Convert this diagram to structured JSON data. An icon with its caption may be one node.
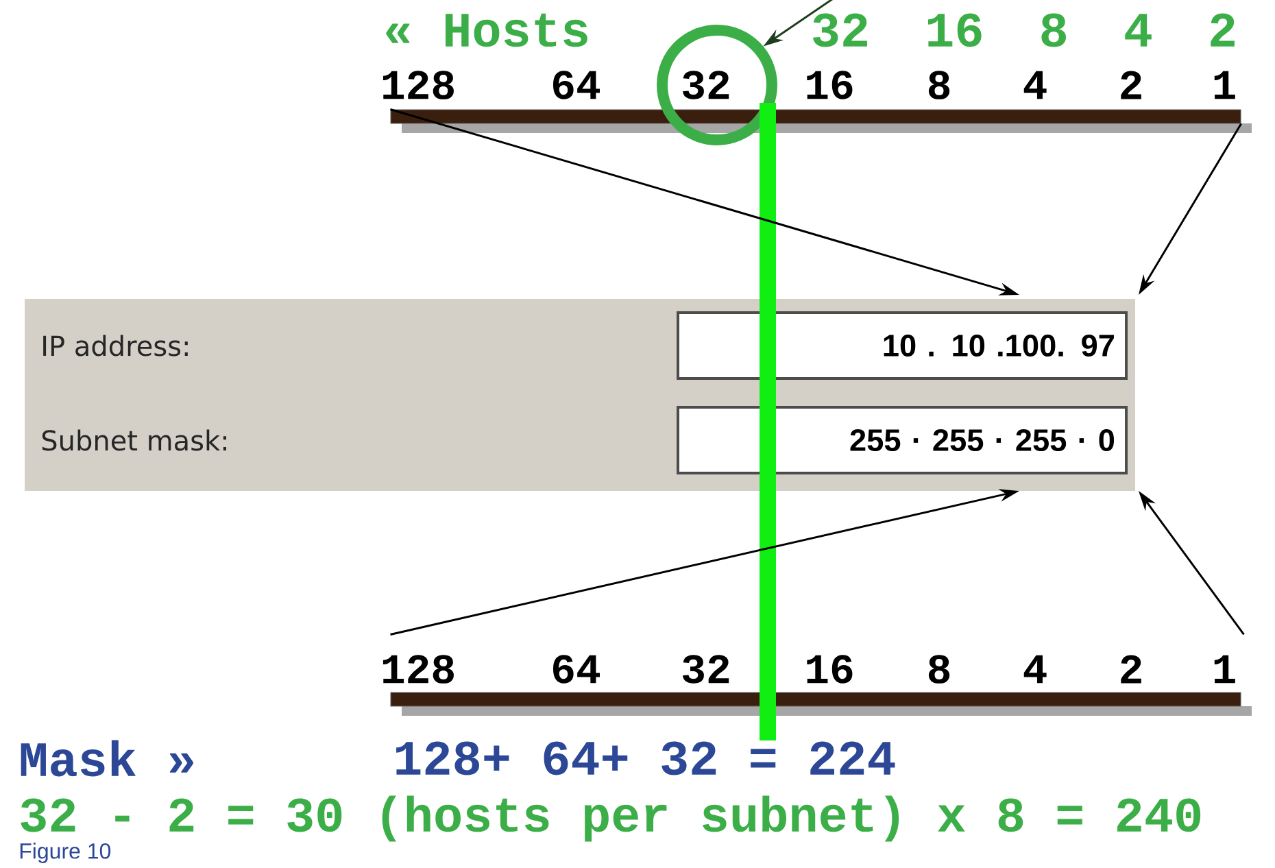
{
  "diagram": {
    "caption": "Figure 10",
    "nodes": [
      {
        "text": [],
        "shape": "bar"
      },
      {
        "text": [],
        "shape": "box"
      },
      {
        "text": [
          "10 . 10 .100. 97"
        ],
        "in": 1
      },
      {
        "text": [
          "255 · 255 · 255 · 0"
        ],
        "in": 1
      },
      {
        "text": [],
        "shape": "bar"
      },
      {
        "text": [],
        "shape": "circle"
      },
      {
        "text": [
          "32 16 8 4 2"
        ]
      }
    ],
    "edges": [
      {
        "from": 0,
        "to": 2,
        "arrow": "to"
      },
      {
        "from": 0,
        "to": 2,
        "arrow": "to"
      },
      {
        "from": 4,
        "to": 3,
        "arrow": "to"
      },
      {
        "from": 4,
        "to": 3,
        "arrow": "to"
      },
      {
        "from": 6,
        "to": 5,
        "arrow": "to",
        "color": "#1e3d1e"
      }
    ],
    "labels": [
      "« Hosts",
      "128",
      "64",
      "32",
      "16",
      "8",
      "4",
      "2",
      "1",
      "IP address:",
      "Subnet mask:",
      "128",
      "64",
      "32",
      "16",
      "8",
      "4",
      "2",
      "1",
      "Mask »",
      "128+ 64+ 32 = 224",
      "32 - 2 = 30 (hosts per subnet) x 8 = 240"
    ]
  }
}
